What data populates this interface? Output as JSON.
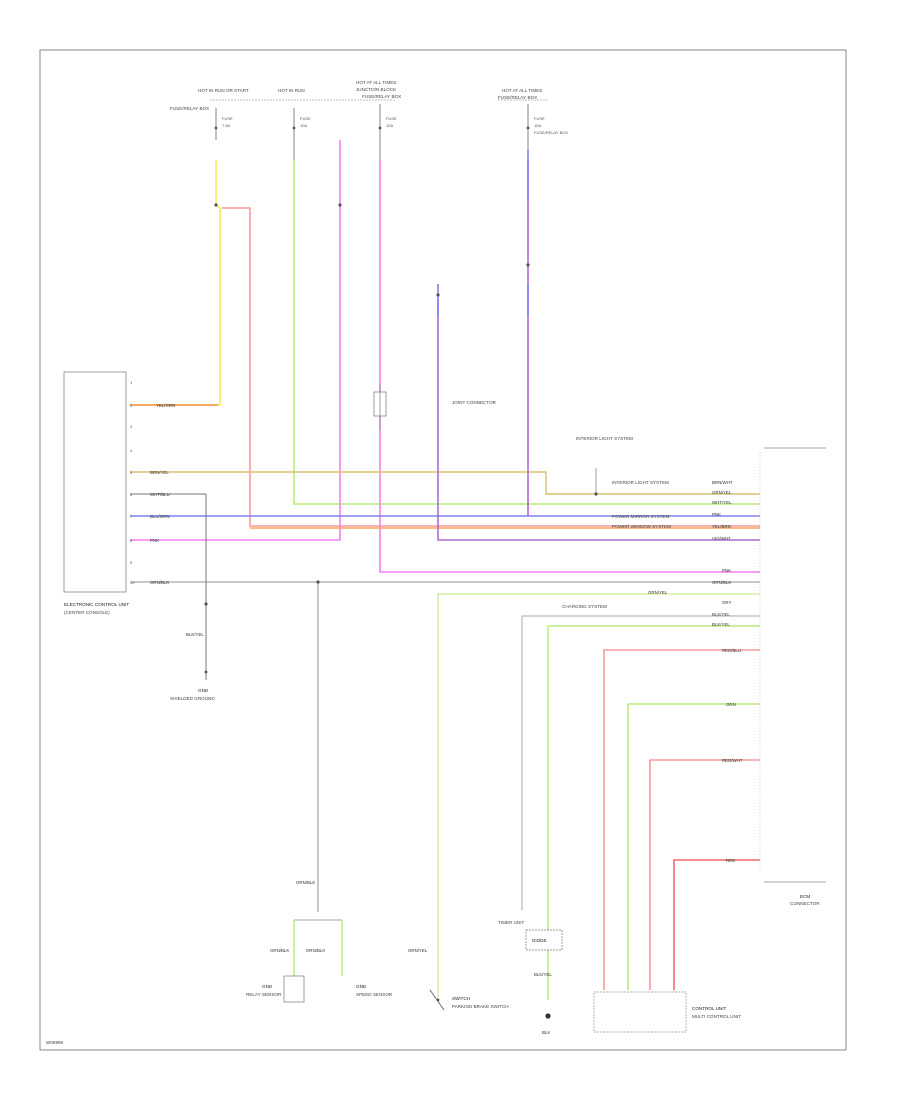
{
  "diagram_code": "W09999",
  "fuses": [
    {
      "feed": "HOT IN RUN OR START",
      "label": "FUSE",
      "amp": "7.5A"
    },
    {
      "feed": "HOT IN RUN",
      "label": "FUSE",
      "amp": "10A"
    },
    {
      "feed": "HOT AT ALL TIMES",
      "label": "FUSE",
      "amp": "10A"
    },
    {
      "feed": "HOT AT ALL TIMES",
      "label": "FUSE",
      "amp": "15A"
    }
  ],
  "fuse_box_labels": [
    "FUSE/RELAY BOX",
    "JUNCTION BLOCK",
    "FUSE/RELAY BOX"
  ],
  "fuse4_desc": "FUSE/RELAY BOX",
  "junction_desc": "JOINT CONNECTOR",
  "ground_point_desc": "INTERIOR LIGHT SYSTEM",
  "left_module": {
    "name": "ELECTRONIC CONTROL UNIT",
    "desc": "(CENTER CONSOLE)",
    "pins": [
      "1",
      "2",
      "3",
      "4",
      "5",
      "6",
      "7",
      "8",
      "9",
      "10"
    ]
  },
  "left_module_wires": [
    "YEL/GRN",
    "BRN/YEL",
    "WHT/BLU",
    "BLU/GRN",
    "PNK",
    "ORN/BLK"
  ],
  "left_bottom": {
    "wire": "BLK/YEL",
    "label": "GND",
    "desc": "SHIELDED GROUND"
  },
  "right_connector": {
    "name": "ECM",
    "desc": "CONNECTOR"
  },
  "right_wire_labels": [
    "BRN/WHT",
    "GRN/YEL",
    "WHT/YEL",
    "PNK",
    "YEL/BRN",
    "VIO/WHT",
    "PNK",
    "ORN/BLK",
    "GRN/YEL",
    "GRY",
    "BLK/YEL",
    "BLK/YEL"
  ],
  "right_notes": [
    "INTERIOR LIGHT SYSTEM",
    "POWER MIRROR SYSTEM",
    "POWER WINDOW SYSTEM",
    "CHARGING SYSTEM"
  ],
  "lower_wire_labels": [
    "RED/BLU",
    "GRN",
    "RED/WHT",
    "RED"
  ],
  "bottom_components": [
    {
      "name": "GND",
      "desc": "RELAY SENSOR"
    },
    {
      "name": "GND",
      "desc": "SPEED SENSOR"
    },
    {
      "name": "SWITCH",
      "desc": "PARKING BRAKE SWITCH"
    },
    {
      "name": "DIODE",
      "desc": "TIMER UNIT"
    },
    {
      "name": "CONTROL UNIT",
      "desc": "MULTI CONTROL UNIT"
    }
  ],
  "bottom_wire_labels": [
    "ORN/BLK",
    "ORN/BLK",
    "ORN/BLK",
    "GRN/YEL",
    "BLK/YEL",
    "BLK"
  ],
  "colors": {
    "yellow": "#f2f27a",
    "red": "#f59a9a",
    "green": "#b8ec7c",
    "pink": "#f57ef0",
    "violet": "#b06ad0",
    "blue": "#8080f0",
    "orange": "#f5a860",
    "olive": "#d8c070",
    "gray": "#909090",
    "lgreen": "#9ee65e"
  }
}
